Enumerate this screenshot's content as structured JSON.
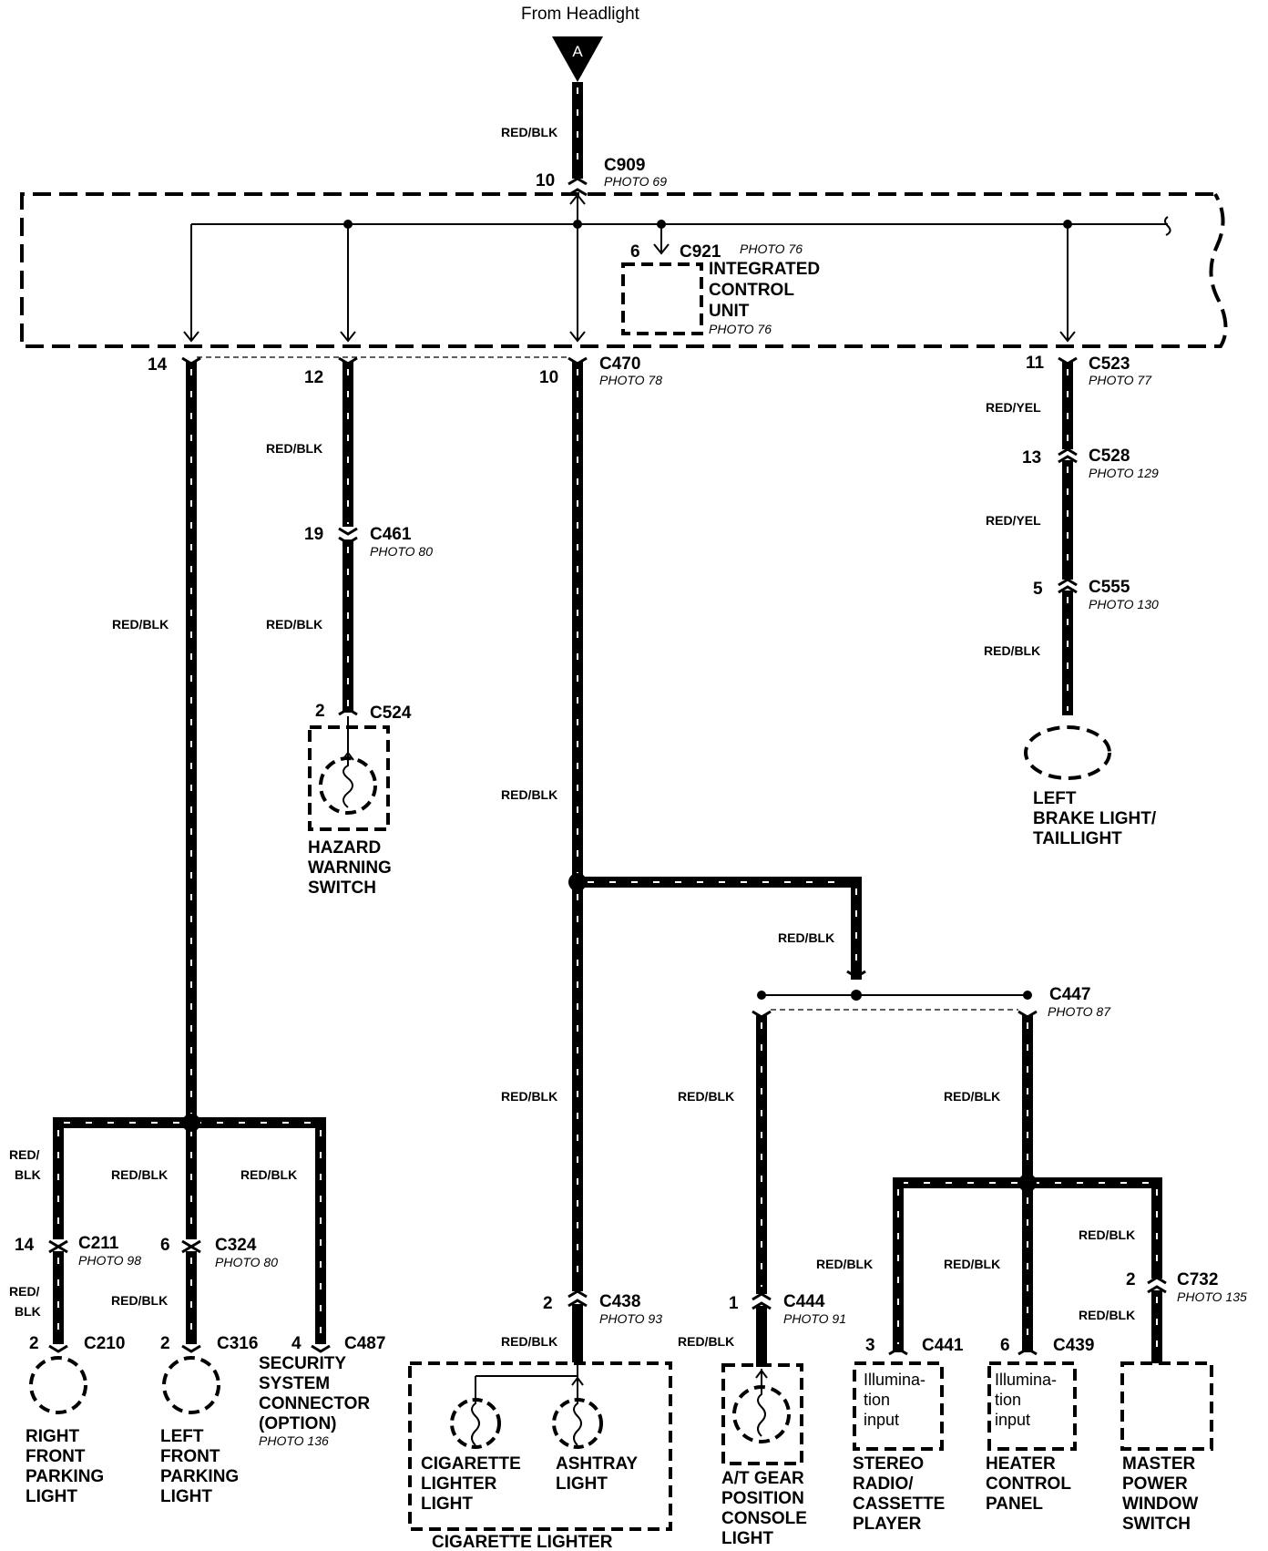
{
  "header": {
    "source_label": "From Headlight",
    "terminal_letter": "A"
  },
  "wire_colors": {
    "red_blk": "RED/BLK",
    "red_yel": "RED/YEL",
    "red_slash": "RED/",
    "blk": "BLK"
  },
  "connectors": {
    "c909": {
      "id": "C909",
      "pin": "10",
      "photo": "PHOTO 69"
    },
    "c921": {
      "id": "C921",
      "pin": "6",
      "photo": "PHOTO 76"
    },
    "c470": {
      "id": "C470",
      "pin": "10",
      "photo": "PHOTO 78"
    },
    "c470_pin14": "14",
    "c470_pin12": "12",
    "c523": {
      "id": "C523",
      "pin": "11",
      "photo": "PHOTO 77"
    },
    "c528": {
      "id": "C528",
      "pin": "13",
      "photo": "PHOTO 129"
    },
    "c555": {
      "id": "C555",
      "pin": "5",
      "photo": "PHOTO 130"
    },
    "c461": {
      "id": "C461",
      "pin": "19",
      "photo": "PHOTO 80"
    },
    "c524": {
      "id": "C524",
      "pin": "2"
    },
    "c447": {
      "id": "C447",
      "photo": "PHOTO 87"
    },
    "c211": {
      "id": "C211",
      "pin": "14",
      "photo": "PHOTO 98"
    },
    "c324": {
      "id": "C324",
      "pin": "6",
      "photo": "PHOTO 80"
    },
    "c210": {
      "id": "C210",
      "pin": "2"
    },
    "c316": {
      "id": "C316",
      "pin": "2"
    },
    "c487": {
      "id": "C487",
      "pin": "4"
    },
    "c438": {
      "id": "C438",
      "pin": "2",
      "photo": "PHOTO 93"
    },
    "c444": {
      "id": "C444",
      "pin": "1",
      "photo": "PHOTO 91"
    },
    "c441": {
      "id": "C441",
      "pin": "3"
    },
    "c439": {
      "id": "C439",
      "pin": "6"
    },
    "c732": {
      "id": "C732",
      "pin": "2",
      "photo": "PHOTO 135"
    }
  },
  "components": {
    "icu": {
      "line1": "INTEGRATED",
      "line2": "CONTROL",
      "line3": "UNIT",
      "photo": "PHOTO 76"
    },
    "hazard": {
      "line1": "HAZARD",
      "line2": "WARNING",
      "line3": "SWITCH"
    },
    "brake": {
      "line1": "LEFT",
      "line2": "BRAKE LIGHT/",
      "line3": "TAILLIGHT"
    },
    "rf_parking": {
      "line1": "RIGHT",
      "line2": "FRONT",
      "line3": "PARKING",
      "line4": "LIGHT"
    },
    "lf_parking": {
      "line1": "LEFT",
      "line2": "FRONT",
      "line3": "PARKING",
      "line4": "LIGHT"
    },
    "security": {
      "line1": "SECURITY",
      "line2": "SYSTEM",
      "line3": "CONNECTOR",
      "line4": "(OPTION)",
      "photo": "PHOTO 136"
    },
    "cig_lighter_light": {
      "line1": "CIGARETTE",
      "line2": "LIGHTER",
      "line3": "LIGHT"
    },
    "ashtray": {
      "line1": "ASHTRAY",
      "line2": "LIGHT"
    },
    "cig_lighter": {
      "label": "CIGARETTE LIGHTER"
    },
    "at_gear": {
      "line1": "A/T GEAR",
      "line2": "POSITION",
      "line3": "CONSOLE",
      "line4": "LIGHT"
    },
    "stereo": {
      "line1": "STEREO",
      "line2": "RADIO/",
      "line3": "CASSETTE",
      "line4": "PLAYER",
      "in1": "Illumina-",
      "in2": "tion",
      "in3": "input"
    },
    "heater": {
      "line1": "HEATER",
      "line2": "CONTROL",
      "line3": "PANEL",
      "in1": "Illumina-",
      "in2": "tion",
      "in3": "input"
    },
    "window": {
      "line1": "MASTER",
      "line2": "POWER",
      "line3": "WINDOW",
      "line4": "SWITCH"
    }
  }
}
